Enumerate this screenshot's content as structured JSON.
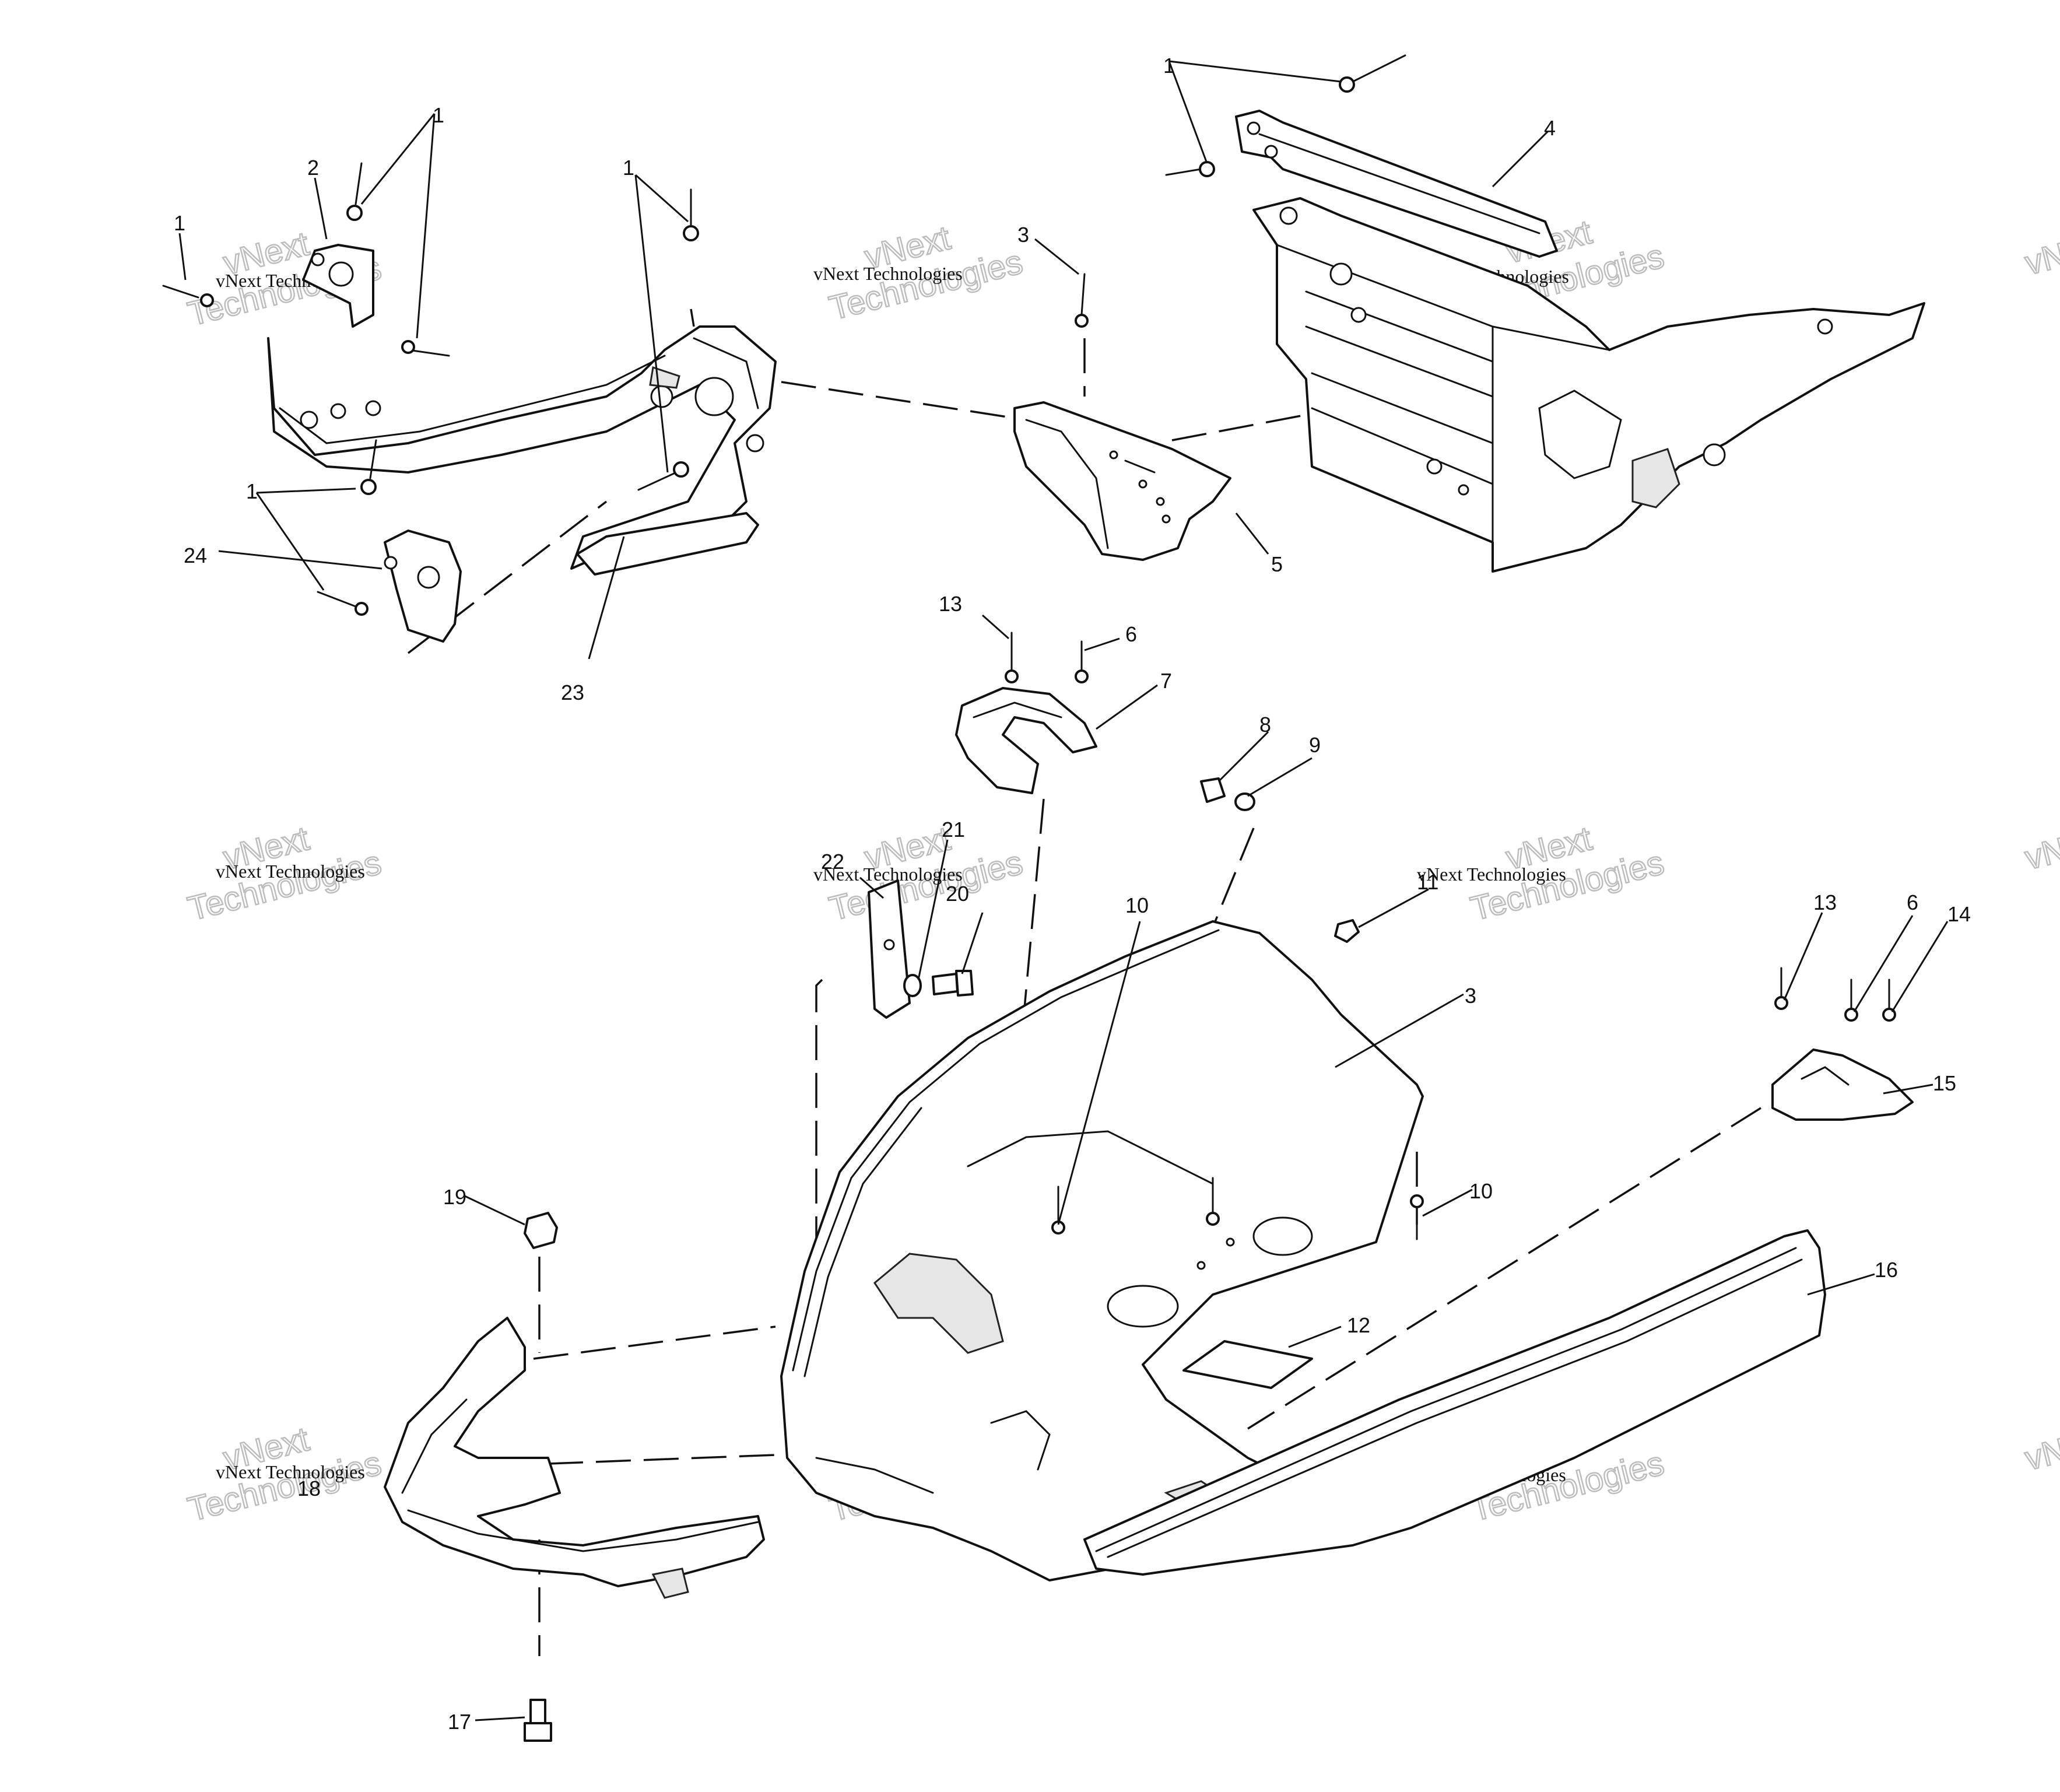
{
  "callouts": {
    "c1a": "1",
    "c1b": "1",
    "c1c": "1",
    "c1d": "1",
    "c1e": "1",
    "c2": "2",
    "c3a": "3",
    "c3b": "3",
    "c4": "4",
    "c5": "5",
    "c6a": "6",
    "c6b": "6",
    "c7": "7",
    "c8": "8",
    "c9": "9",
    "c10a": "10",
    "c10b": "10",
    "c11": "11",
    "c12": "12",
    "c13a": "13",
    "c13b": "13",
    "c14": "14",
    "c15": "15",
    "c16": "16",
    "c17": "17",
    "c18": "18",
    "c19": "19",
    "c20": "20",
    "c21": "21",
    "c22": "22",
    "c23": "23",
    "c24": "24"
  },
  "watermark": {
    "line_small": "vNext Technologies",
    "line_large_a": "vNext",
    "line_large_b": "Technologies"
  }
}
